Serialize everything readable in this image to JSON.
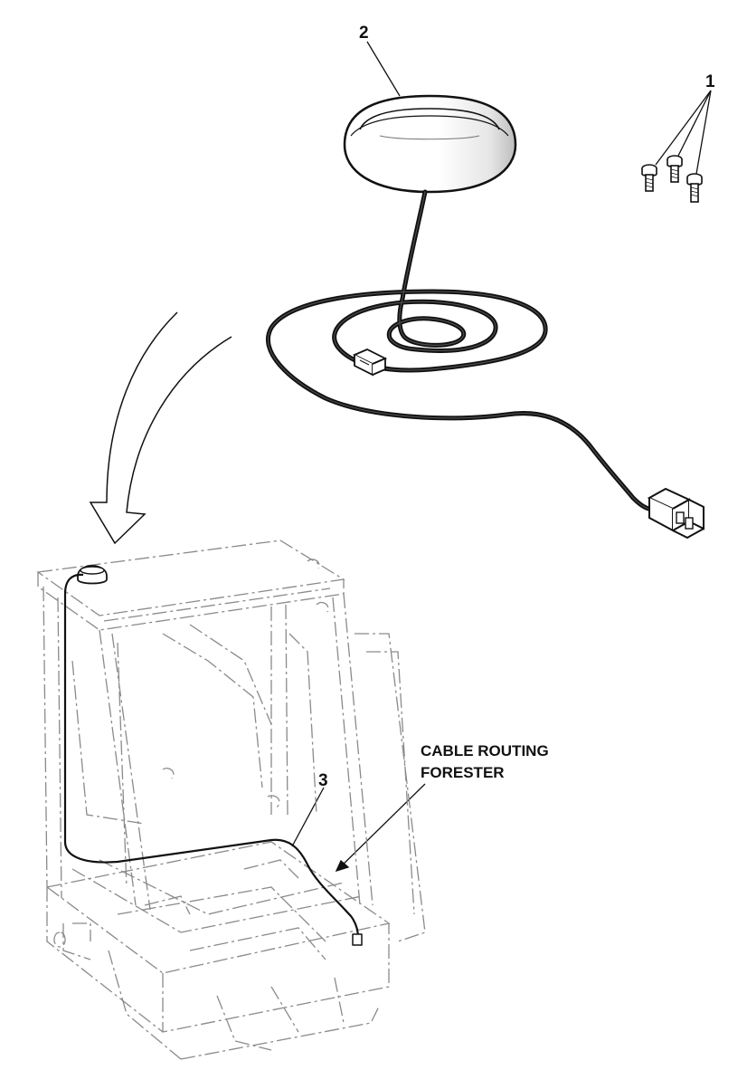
{
  "callouts": {
    "screws": "1",
    "antenna": "2",
    "cable": "3"
  },
  "note": {
    "line1": "CABLE ROUTING",
    "line2": "FORESTER"
  },
  "colors": {
    "ink": "#111111",
    "frame": "#8a8a8a",
    "background": "#ffffff"
  },
  "icons": {
    "screws": "screw-icon",
    "antenna": "antenna-dome-icon",
    "connector": "connector-plug-icon"
  }
}
